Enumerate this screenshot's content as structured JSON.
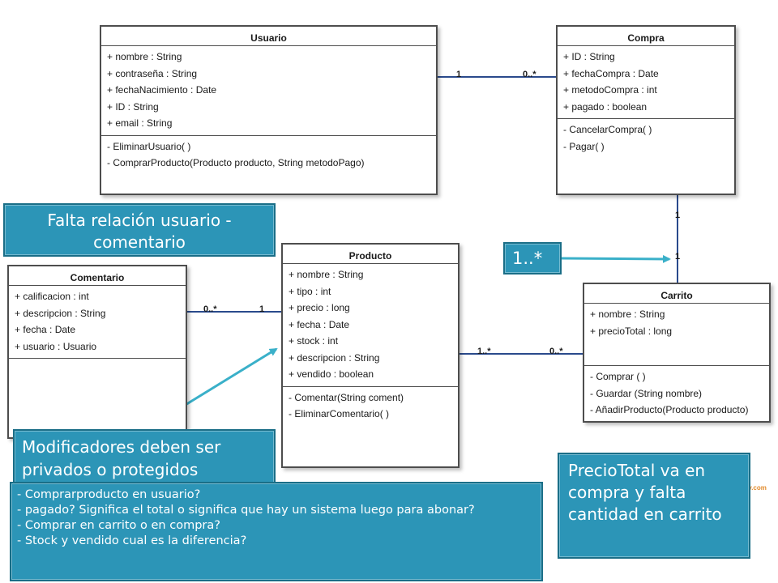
{
  "classes": {
    "usuario": {
      "name": "Usuario",
      "attributes": [
        "+ nombre : String",
        "+ contraseña : String",
        "+ fechaNacimiento : Date",
        "+ ID : String",
        "+ email : String"
      ],
      "methods": [
        "- EliminarUsuario( )",
        "- ComprarProducto(Producto producto, String metodoPago)"
      ]
    },
    "compra": {
      "name": "Compra",
      "attributes": [
        "+ ID : String",
        "+ fechaCompra : Date",
        "+ metodoCompra : int",
        "+ pagado : boolean"
      ],
      "methods": [
        "- CancelarCompra( )",
        "- Pagar( )"
      ]
    },
    "comentario": {
      "name": "Comentario",
      "attributes": [
        "+ calificacion : int",
        "+ descripcion : String",
        "+ fecha : Date",
        "+ usuario : Usuario"
      ],
      "methods": []
    },
    "producto": {
      "name": "Producto",
      "attributes": [
        "+ nombre : String",
        "+ tipo : int",
        "+ precio : long",
        "+ fecha : Date",
        "+ stock : int",
        "+ descripcion : String",
        "+ vendido : boolean"
      ],
      "methods": [
        "- Comentar(String coment)",
        "- EliminarComentario( )"
      ]
    },
    "carrito": {
      "name": "Carrito",
      "attributes": [
        "+ nombre : String",
        "+ precioTotal : long"
      ],
      "methods": [
        "- Comprar ( )",
        "- Guardar (String nombre)",
        "- AñadirProducto(Producto producto)"
      ]
    }
  },
  "multiplicities": {
    "usuario_compra_left": "1",
    "usuario_compra_right": "0..*",
    "compra_carrito_top": "1",
    "compra_carrito_bottom": "1",
    "comentario_producto_left": "0..*",
    "comentario_producto_right": "1",
    "producto_carrito_left": "1..*",
    "producto_carrito_right": "0..*"
  },
  "notes": {
    "falta_relacion": "Falta relación usuario - comentario",
    "multiplicity": "1..*",
    "modificadores": "Modificadores deben ser privados o protegidos",
    "questions": [
      "- Comprarproducto en usuario?",
      "- pagado? Significa el total o significa que hay un sistema luego para abonar?",
      "- Comprar en carrito o en compra?",
      "- Stock y vendido cual es la diferencia?"
    ],
    "precio_total": "PrecioTotal va en compra y falta cantidad en carrito"
  },
  "watermark": "tely.com",
  "colors": {
    "note_bg": "#2c95b7",
    "connector": "#2a4a8c",
    "arrow": "#3ab0c9"
  }
}
